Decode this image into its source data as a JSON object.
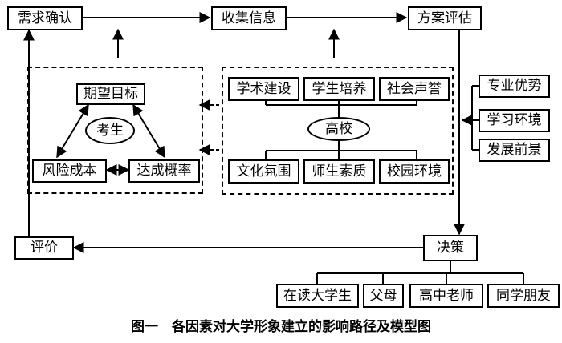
{
  "nodes": {
    "requirement_confirm": "需求确认",
    "collect_info": "收集信息",
    "plan_evaluation": "方案评估",
    "expected_goal": "期望目标",
    "examinee": "考生",
    "risk_cost": "风险成本",
    "achieve_probability": "达成概率",
    "academic_building": "学术建设",
    "student_cultivation": "学生培养",
    "social_reputation": "社会声誉",
    "university": "高校",
    "cultural_atmosphere": "文化氛围",
    "faculty_quality": "师生素质",
    "campus_environment": "校园环境",
    "major_advantage": "专业优势",
    "learning_environment": "学习环境",
    "development_prospect": "发展前景",
    "decision": "决策",
    "evaluation": "评价",
    "current_student": "在读大学生",
    "parents": "父母",
    "high_school_teacher": "高中老师",
    "classmates_friends": "同学朋友"
  },
  "caption": "图一　各因素对大学形象建立的影响路径及模型图"
}
